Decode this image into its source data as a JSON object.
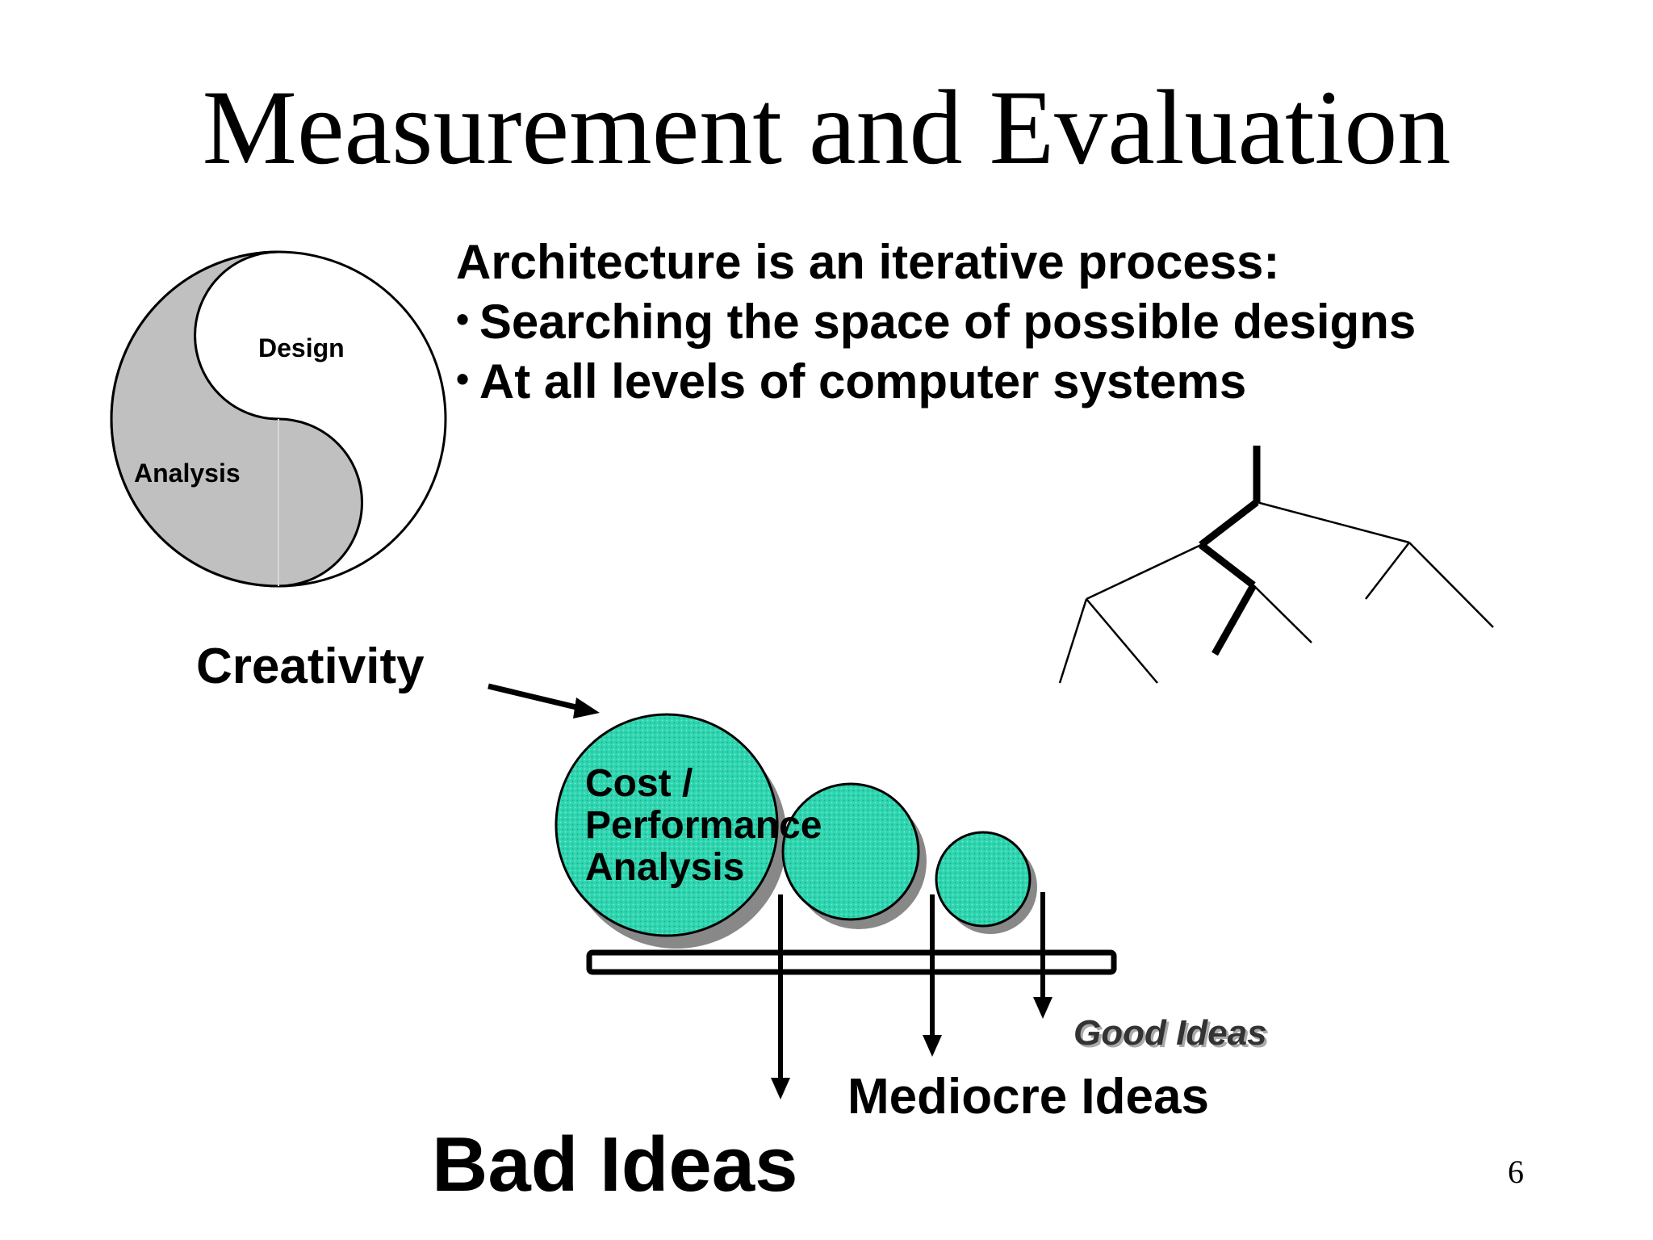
{
  "slide": {
    "title": "Measurement and Evaluation",
    "heading": "Architecture is an iterative process:",
    "bullets": [
      "Searching the space  of possible designs",
      "At all levels of computer systems"
    ],
    "page_number": "6"
  },
  "yin_yang": {
    "top_label": "Design",
    "bottom_label": "Analysis",
    "colors": {
      "shaded": "#c0c0c0",
      "outline": "#000000"
    }
  },
  "filter_diagram": {
    "input_label": "Creativity",
    "process_label_lines": [
      "Cost /",
      "Performance",
      "Analysis"
    ],
    "outputs": {
      "good": "Good Ideas",
      "mediocre": "Mediocre Ideas",
      "bad": "Bad Ideas"
    },
    "colors": {
      "ball_fill": "#2ed6b0",
      "ball_shadow": "#888888"
    }
  }
}
